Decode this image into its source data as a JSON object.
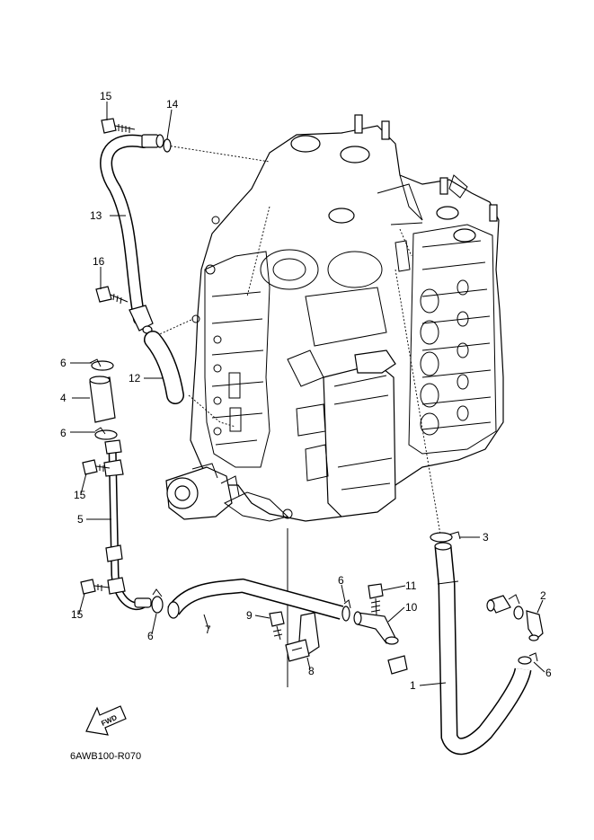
{
  "diagram": {
    "code": "6AWB100-R070",
    "fwd_label": "FWD",
    "callouts": [
      {
        "id": "c15a",
        "text": "15"
      },
      {
        "id": "c14",
        "text": "14"
      },
      {
        "id": "c13",
        "text": "13"
      },
      {
        "id": "c16",
        "text": "16"
      },
      {
        "id": "c6a",
        "text": "6"
      },
      {
        "id": "c12",
        "text": "12"
      },
      {
        "id": "c4",
        "text": "4"
      },
      {
        "id": "c6b",
        "text": "6"
      },
      {
        "id": "c15b",
        "text": "15"
      },
      {
        "id": "c5",
        "text": "5"
      },
      {
        "id": "c15c",
        "text": "15"
      },
      {
        "id": "c6c",
        "text": "6"
      },
      {
        "id": "c7",
        "text": "7"
      },
      {
        "id": "c9",
        "text": "9"
      },
      {
        "id": "c8",
        "text": "8"
      },
      {
        "id": "c6d",
        "text": "6"
      },
      {
        "id": "c11",
        "text": "11"
      },
      {
        "id": "c10",
        "text": "10"
      },
      {
        "id": "c3",
        "text": "3"
      },
      {
        "id": "c2",
        "text": "2"
      },
      {
        "id": "c6e",
        "text": "6"
      },
      {
        "id": "c1",
        "text": "1"
      }
    ]
  }
}
